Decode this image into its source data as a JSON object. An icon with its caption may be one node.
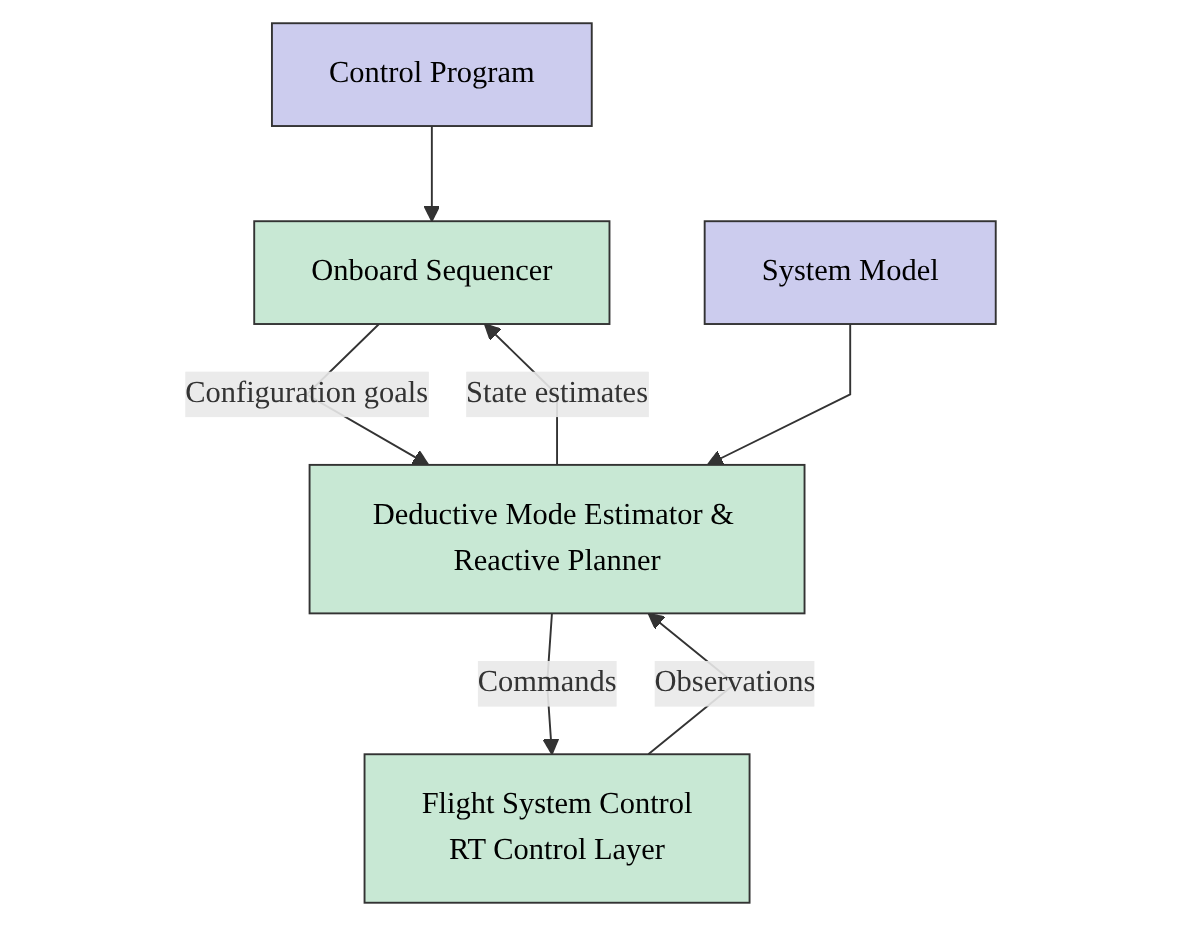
{
  "diagram": {
    "nodes": [
      {
        "text": [
          "Control Program"
        ]
      },
      {
        "text": [
          "Onboard Sequencer"
        ]
      },
      {
        "text": [
          "System Model"
        ]
      },
      {
        "text": [
          "Deductive Mode Estimator & Reactive Planner"
        ]
      },
      {
        "text": [
          "Flight System Control",
          "RT Control Layer"
        ]
      }
    ],
    "edges": [
      {
        "from": 0,
        "to": 1,
        "arrow": "to"
      },
      {
        "from": 3,
        "to": 1,
        "arrow": "to",
        "label": "State estimates"
      },
      {
        "from": 1,
        "to": 3,
        "arrow": "to",
        "label": "Configuration goals"
      },
      {
        "from": 2,
        "to": 3,
        "arrow": "to"
      },
      {
        "from": 4,
        "to": 3,
        "arrow": "to",
        "label": "Observations"
      },
      {
        "from": 3,
        "to": 4,
        "arrow": "to",
        "label": "Commands"
      }
    ]
  }
}
